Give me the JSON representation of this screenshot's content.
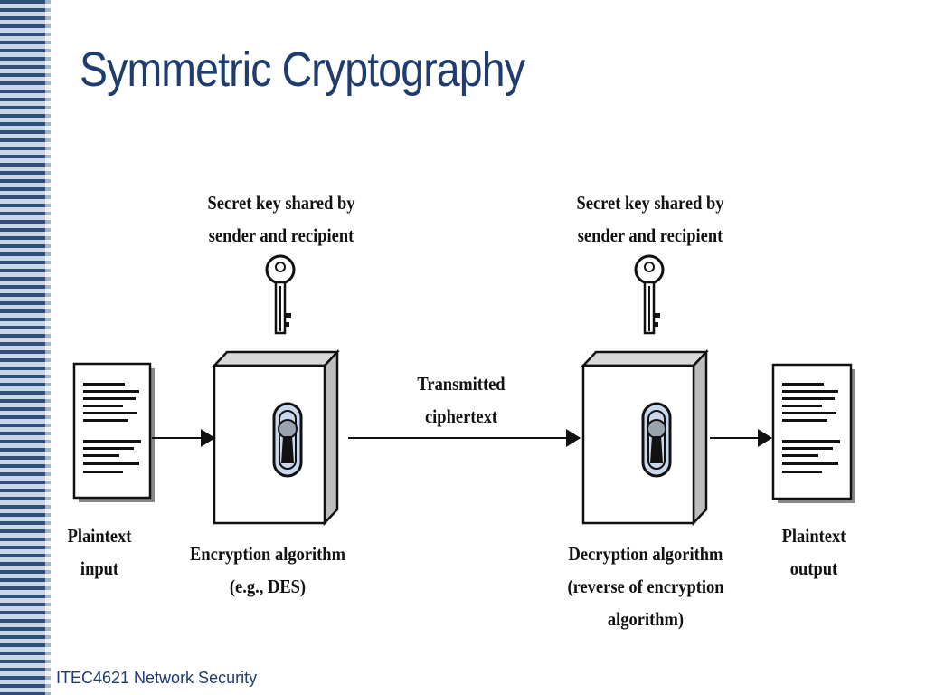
{
  "slide": {
    "title": "Symmetric Cryptography",
    "footer": "ITEC4621 Network Security"
  },
  "diagram": {
    "key_label_left": [
      "Secret key shared by",
      "sender and recipient"
    ],
    "key_label_right": [
      "Secret key shared by",
      "sender and recipient"
    ],
    "plaintext_input": [
      "Plaintext",
      "input"
    ],
    "encryption": [
      "Encryption algorithm",
      "(e.g., DES)"
    ],
    "transmitted": [
      "Transmitted",
      "ciphertext"
    ],
    "decryption": [
      "Decryption algorithm",
      "(reverse of encryption",
      "algorithm)"
    ],
    "plaintext_output": [
      "Plaintext",
      "output"
    ]
  },
  "colors": {
    "title": "#1f3c6e",
    "keyhole_fill": "#c9d8ec",
    "box_shade": "#bdbdbd"
  }
}
